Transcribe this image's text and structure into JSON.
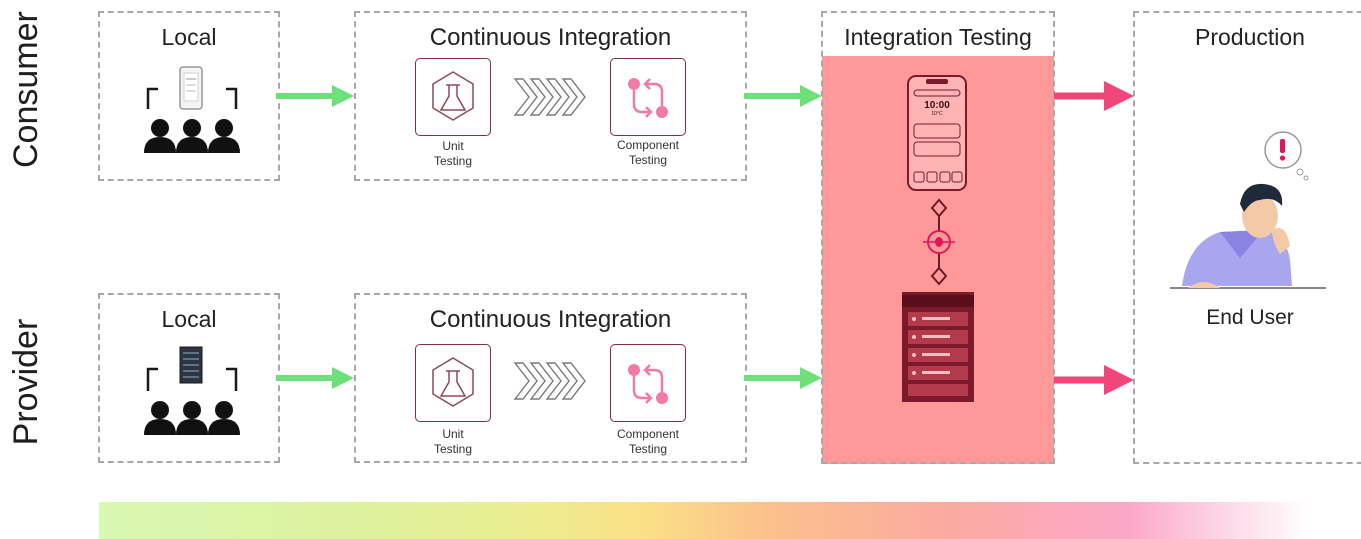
{
  "rows": {
    "consumer_label": "Consumer",
    "provider_label": "Provider"
  },
  "stages": {
    "local_consumer": "Local",
    "local_provider": "Local",
    "ci_consumer": "Continuous Integration",
    "ci_provider": "Continuous Integration",
    "integration": "Integration Testing",
    "production": "Production"
  },
  "tiles": {
    "unit_line1": "Unit",
    "unit_line2": "Testing",
    "component_line1": "Component",
    "component_line2": "Testing"
  },
  "phone_screen": {
    "time": "10:00",
    "temp": "10°C"
  },
  "end_user": "End User",
  "colors": {
    "green_arrow": "#6ee07a",
    "pink_arrow": "#f2457a",
    "integration_panel": "#ff9999",
    "icon_pink": "#f27aa6",
    "tile_border": "#8a2a4a"
  }
}
